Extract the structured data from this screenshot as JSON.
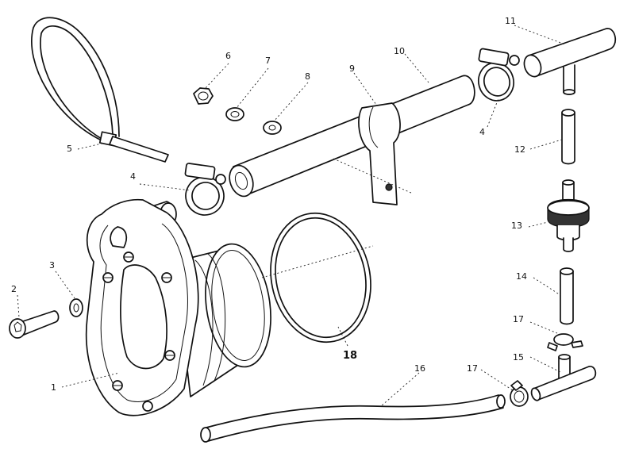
{
  "labels": {
    "l1": "1",
    "l2": "2",
    "l3": "3",
    "l4a": "4",
    "l4b": "4",
    "l5": "5",
    "l6": "6",
    "l7": "7",
    "l8": "8",
    "l9": "9",
    "l10": "10",
    "l11": "11",
    "l12": "12",
    "l13": "13",
    "l14": "14",
    "l15": "15",
    "l16": "16",
    "l17a": "17",
    "l17b": "17",
    "l18": "18"
  }
}
